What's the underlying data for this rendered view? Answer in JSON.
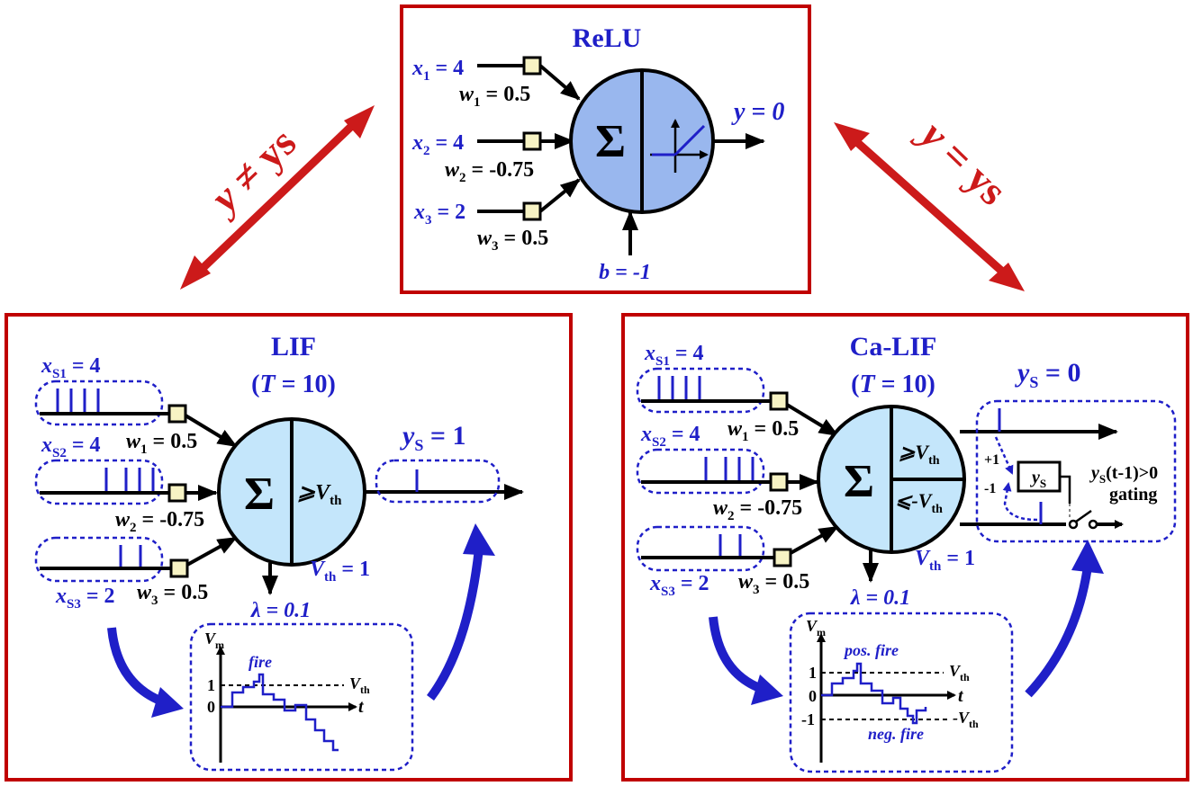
{
  "colors": {
    "frame": "#c00000",
    "arrow_red": "#cc1a1a",
    "blue": "#1f1fc8",
    "neuron_relu": "#99b7ee",
    "neuron_snn": "#c4e6fb",
    "weight_box": "#f7f3c4",
    "black": "#000000"
  },
  "relu": {
    "title": "ReLU",
    "inputs": [
      {
        "x": "x",
        "sub": "1",
        "val": " = 4",
        "w": "w",
        "wsub": "1",
        "wval": " = 0.5"
      },
      {
        "x": "x",
        "sub": "2",
        "val": " = 4",
        "w": "w",
        "wsub": "2",
        "wval": " = -0.75"
      },
      {
        "x": "x",
        "sub": "3",
        "val": " = 2",
        "w": "w",
        "wsub": "3",
        "wval": " = 0.5"
      }
    ],
    "sigma": "Σ",
    "output": "y = 0",
    "bias": "b = -1"
  },
  "left_link": {
    "prefix": "y",
    "rel": " ≠ ",
    "suffix": "ys"
  },
  "right_link": {
    "prefix": "y",
    "rel": " = ",
    "suffix": "ys"
  },
  "lif": {
    "title": "LIF",
    "subtitle": "(T = 10)",
    "inputs": [
      {
        "label": "x",
        "sub": "S1",
        "val": " = 4",
        "wlabel": "w",
        "wsub": "1",
        "wval": " = 0.5"
      },
      {
        "label": "x",
        "sub": "S2",
        "val": " = 4",
        "wlabel": "w",
        "wsub": "2",
        "wval": " = -0.75"
      },
      {
        "label": "x",
        "sub": "S3",
        "val": " = 2",
        "wlabel": "w",
        "wsub": "3",
        "wval": " = 0.5"
      }
    ],
    "sigma": "Σ",
    "threshold": "⩾V",
    "threshold_sub": "th",
    "output": "y",
    "output_sub": "S",
    "output_val": " = 1",
    "vth_label": "V",
    "vth_sub": "th",
    "vth_val": " = 1",
    "lambda": "λ = 0.1",
    "plot": {
      "ylabel": "V",
      "ylabel_sub": "m",
      "xlabel": "t",
      "fire": "fire",
      "one": "1",
      "zero": "0",
      "vth": "V",
      "vth_sub": "th"
    }
  },
  "calif": {
    "title": "Ca-LIF",
    "subtitle": "(T = 10)",
    "inputs": [
      {
        "label": "x",
        "sub": "S1",
        "val": " = 4",
        "wlabel": "w",
        "wsub": "1",
        "wval": " = 0.5"
      },
      {
        "label": "x",
        "sub": "S2",
        "val": " = 4",
        "wlabel": "w",
        "wsub": "2",
        "wval": " = -0.75"
      },
      {
        "label": "x",
        "sub": "S3",
        "val": " = 2",
        "wlabel": "w",
        "wsub": "3",
        "wval": " = 0.5"
      }
    ],
    "sigma": "Σ",
    "pos_threshold": "⩾V",
    "neg_threshold": "⩽-V",
    "threshold_sub": "th",
    "output": "y",
    "output_sub": "S",
    "output_val": " = 0",
    "vth_label": "V",
    "vth_sub": "th",
    "vth_val": " = 1",
    "lambda": "λ = 0.1",
    "gate_box": "y",
    "gate_box_sub": "S",
    "plus_one": "+1",
    "minus_one": "-1",
    "gating_cond": "y",
    "gating_cond_sub": "S",
    "gating_cond_rest": "(t-1)>0",
    "gating_word": "gating",
    "plot": {
      "ylabel": "V",
      "ylabel_sub": "m",
      "xlabel": "t",
      "pos_fire": "pos. fire",
      "neg_fire": "neg. fire",
      "one": "1",
      "zero": "0",
      "minus_one": "-1",
      "vth": "V",
      "vth_sub": "th",
      "neg_vth": "-V",
      "neg_vth_sub": "th"
    }
  }
}
